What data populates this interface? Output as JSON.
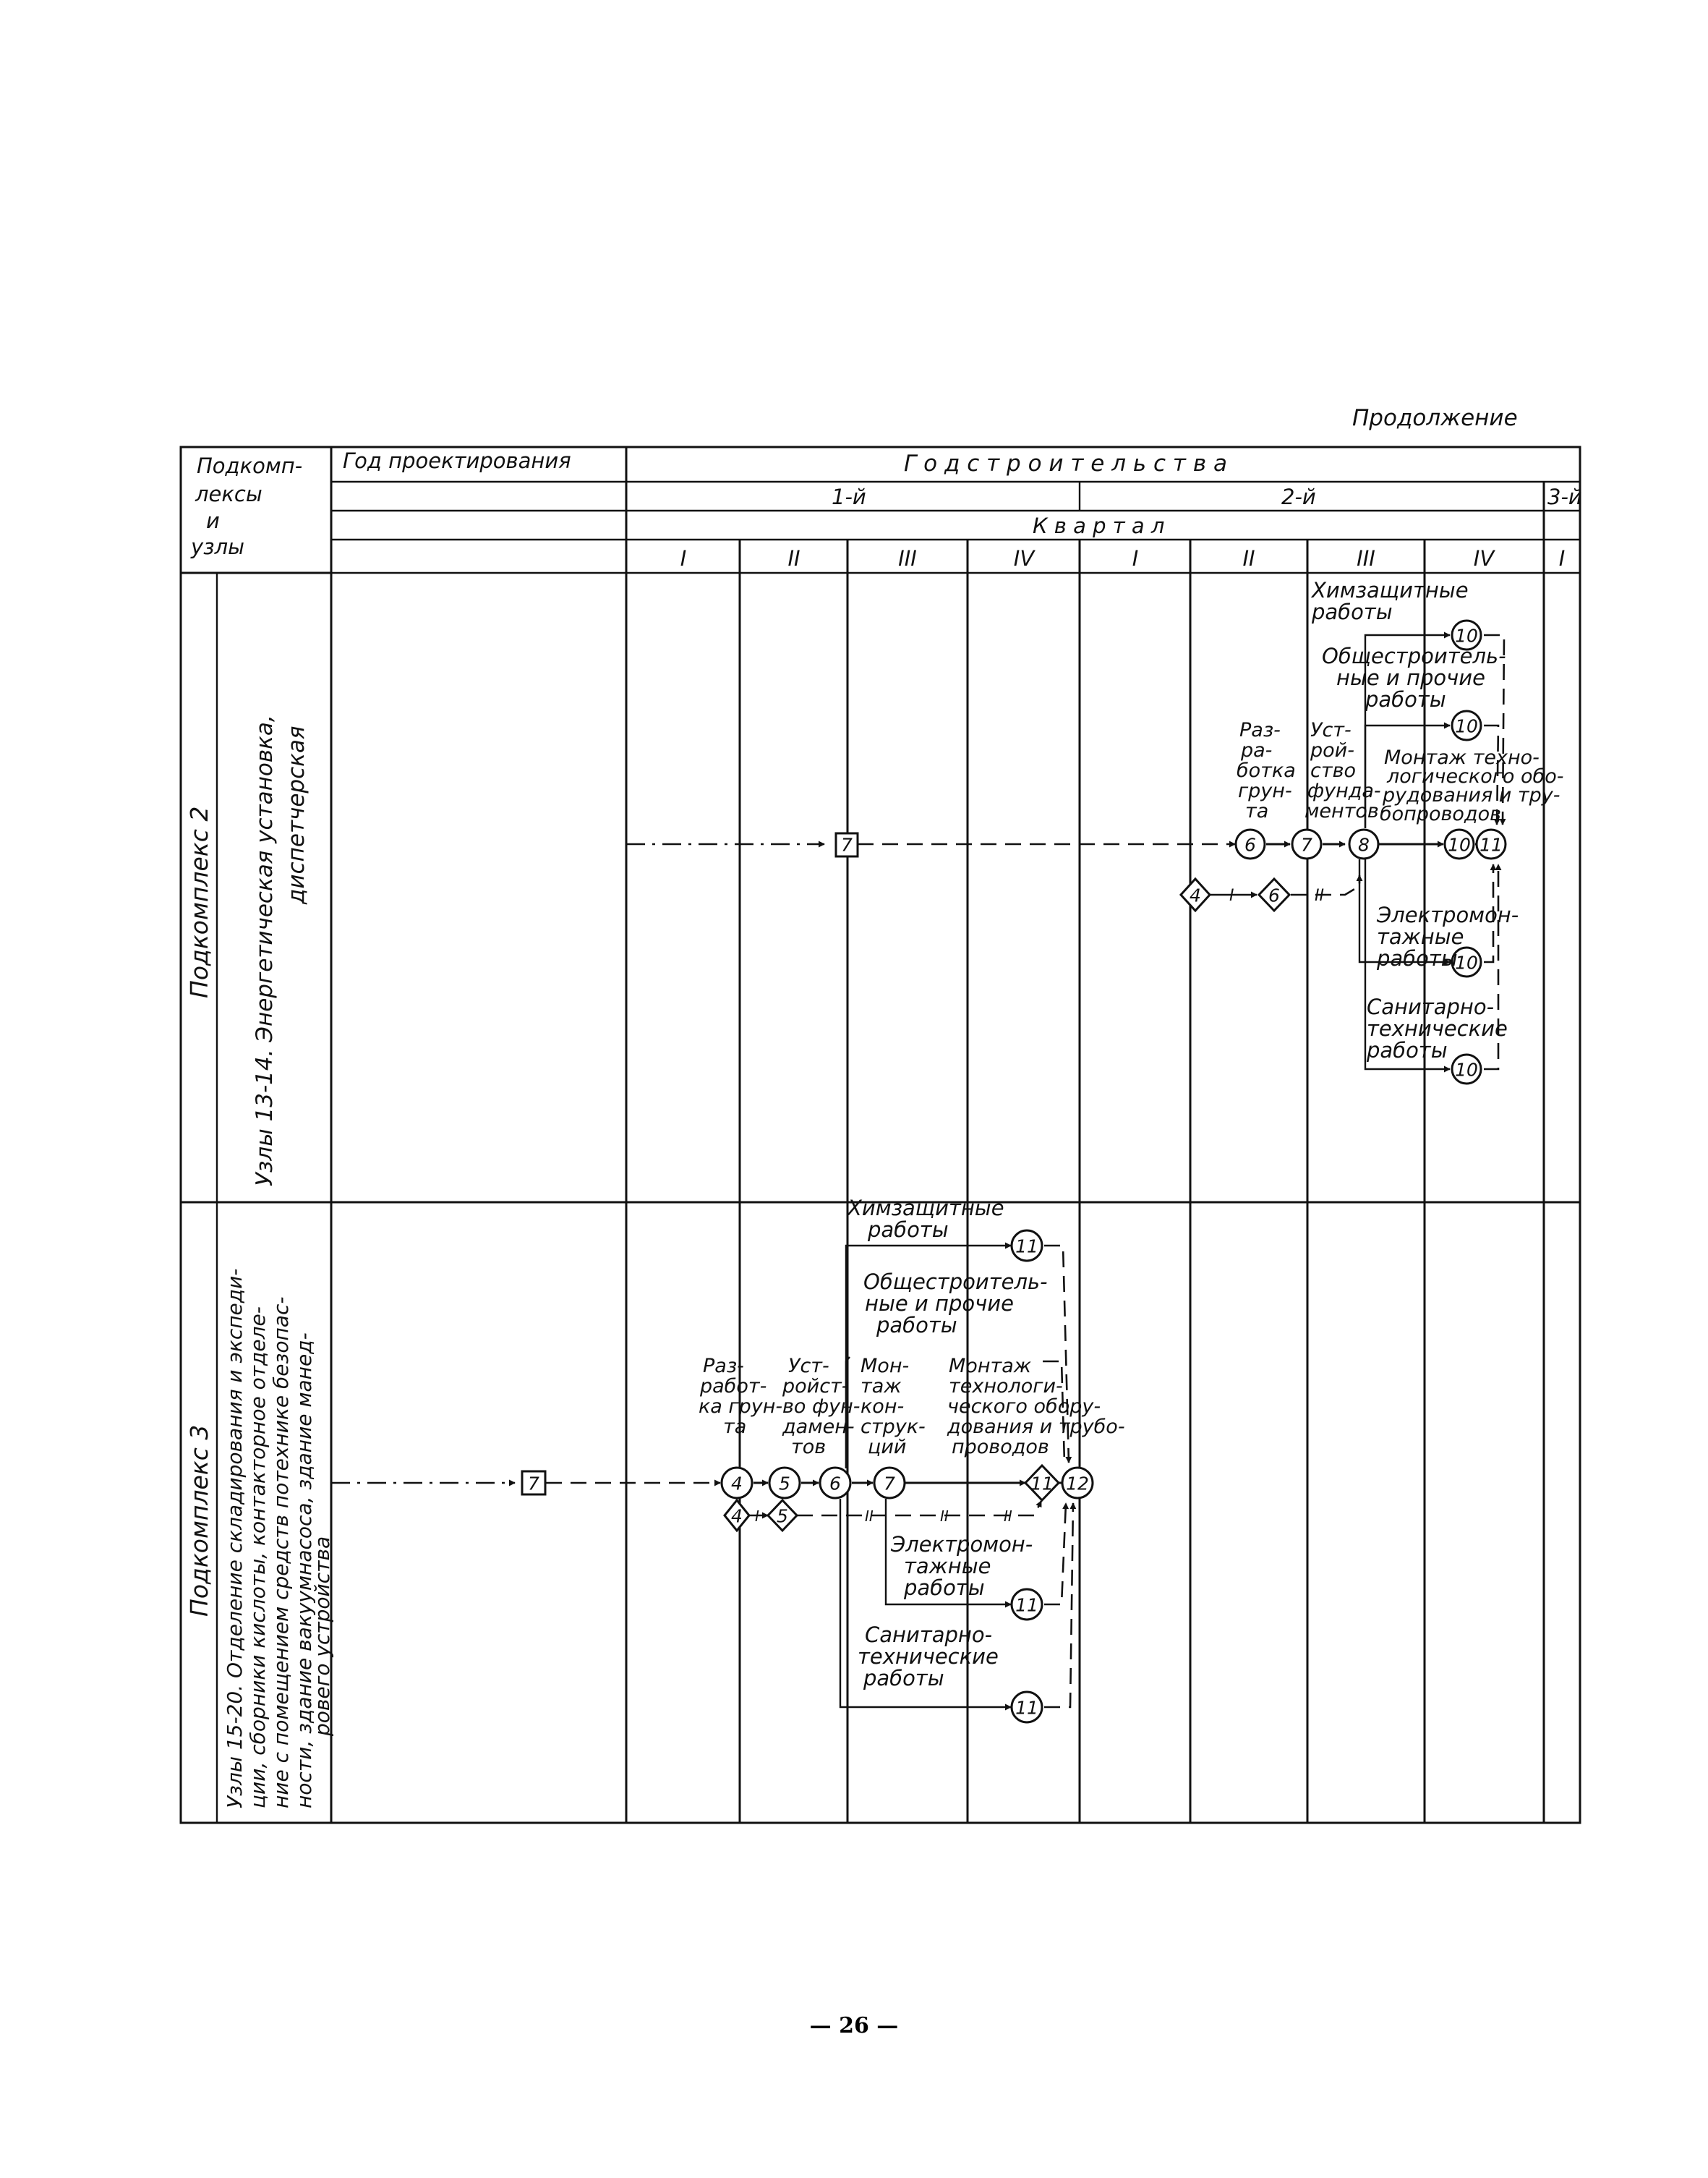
{
  "header": {
    "continuation": "Продолжение",
    "page_number": "— 26 —"
  },
  "table": {
    "col_subcomplexes": [
      "Подкомп-",
      "лексы",
      "и",
      "узлы"
    ],
    "col_design_year": "Год проектирования",
    "col_construction_year": "Г о д     с т р о и т е л ь с т в а",
    "years": [
      "1-й",
      "2-й",
      "3-й"
    ],
    "quarter_header": "К в а р т а л",
    "quarters": [
      "I",
      "II",
      "III",
      "IV",
      "I",
      "II",
      "III",
      "IV",
      "I"
    ]
  },
  "rows": [
    {
      "subcomplex": "Подкомплекс 2",
      "nodes": [
        "Узлы 13-14. Энергетическая установка,",
        "диспетчерская"
      ],
      "labels": {
        "chem": [
          "Химзащитные",
          "работы"
        ],
        "general": [
          "Общестроитель-",
          "ные и прочие",
          "работы"
        ],
        "excav": [
          "Раз-",
          "ра-",
          "ботка",
          "грун-",
          "та"
        ],
        "found": [
          "Уст-",
          "рой-",
          "ство",
          "фунда-",
          "ментов"
        ],
        "mount": [
          "Монтаж техно-",
          "логического обо-",
          "рудования и тру-",
          "бопроводов"
        ],
        "elec": [
          "Электромон-",
          "тажные",
          "работы"
        ],
        "sanit": [
          "Санитарно-",
          "технические",
          "работы"
        ]
      },
      "events": {
        "start": "7",
        "e6": "6",
        "e7": "7",
        "e8": "8",
        "e10a": "10",
        "e11": "11",
        "e10b": "10",
        "e10c": "10",
        "e10d": "10",
        "e10e": "10",
        "d4": "4",
        "d6": "6"
      },
      "dep_marks": [
        "I",
        "II"
      ]
    },
    {
      "subcomplex": "Подкомплекс 3",
      "nodes": [
        "Узлы 15-20. Отделение складирования и экспеди-",
        "ции, сборники кислоты, контакторное отделе-",
        "ние с помещением средств потехнике безопас-",
        "ности, здание вакуумнасоса, здание манед-",
        "ровего устройства"
      ],
      "labels": {
        "chem": [
          "Химзащитные",
          "работы"
        ],
        "general": [
          "Общестроитель-",
          "ные и прочие",
          "работы"
        ],
        "excav": [
          "Раз-",
          "работ-",
          "ка грун-",
          "та"
        ],
        "found": [
          "Уст-",
          "ройст-",
          "во фун-",
          "дамен-",
          "тов"
        ],
        "struct": [
          "Мон-",
          "таж",
          "кон-",
          "струк-",
          "ций"
        ],
        "mount": [
          "Монтаж",
          "технологи-",
          "ческого обору-",
          "дования и трубо-",
          "проводов"
        ],
        "elec": [
          "Электромон-",
          "тажные",
          "работы"
        ],
        "sanit": [
          "Санитарно-",
          "технические",
          "работы"
        ]
      },
      "events": {
        "start": "7",
        "e4": "4",
        "e5": "5",
        "e6": "6",
        "e7": "7",
        "e11d": "11",
        "e12": "12",
        "e11a": "11",
        "e11b": "11",
        "e11c": "11",
        "d4": "4",
        "d5": "5"
      },
      "dep_marks": [
        "I",
        "II",
        "II",
        "II"
      ]
    }
  ]
}
